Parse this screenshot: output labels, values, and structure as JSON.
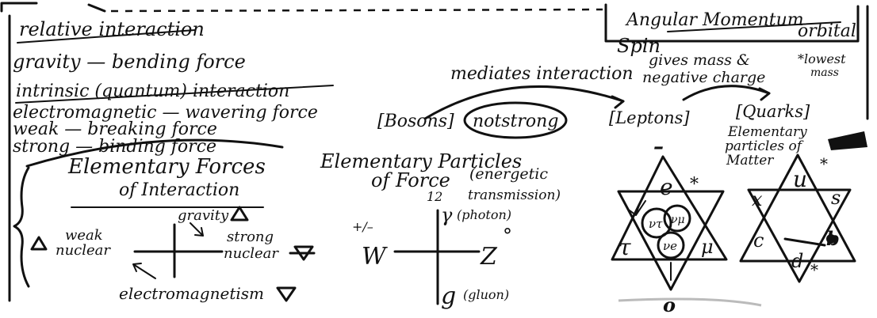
{
  "title": {
    "text": "relative interaction"
  },
  "forces": {
    "gravity": "gravity — bending force",
    "intrinsic": "intrinsic (quantum) interaction",
    "em": "electromagnetic — wavering force",
    "weak": "weak — breaking force",
    "strong": "strong — binding force",
    "heading_line1": "Elementary Forces",
    "heading_line2": "of Interaction"
  },
  "axis": {
    "gravity": "gravity",
    "weak_line1": "weak",
    "weak_line2": "nuclear",
    "strong_line1": "strong",
    "strong_line2": "nuclear",
    "electromagnetism": "electromagnetism"
  },
  "angular": {
    "line1": "Angular Momentum",
    "orbital": "orbital",
    "spin": "Spin",
    "lowest_line1": "*lowest",
    "lowest_line2": "mass"
  },
  "particles": {
    "mediates": "mediates interaction",
    "gives_line1": "gives mass &",
    "gives_line2": "negative charge",
    "bosons": "[Bosons]",
    "notstrong": "notstrong",
    "leptons": "[Leptons]",
    "quarks": "[Quarks]",
    "bosons_line1": "Elementary Particles",
    "bosons_line2": "of Force",
    "energetic_line1": "(energetic",
    "energetic_line2": "transmission)",
    "matter_line1": "Elementary",
    "matter_line2": "particles of",
    "matter_line3": "Matter"
  },
  "gauge": {
    "twelve": "12",
    "photon_symbol": "γ",
    "photon_label": "(photon)",
    "w_sign": "+/–",
    "w": "W",
    "z": "Z",
    "z_sup": "°",
    "g": "g",
    "gluon_label": "(gluon)"
  },
  "lepton_star": {
    "minus": "–",
    "e": "e",
    "tau": "τ",
    "mu": "μ",
    "nu_tau": "ντ",
    "nu_mu": "νμ",
    "nu_e": "νe",
    "star": "*",
    "zero": "o"
  },
  "quark_star": {
    "u": "u",
    "x": "x",
    "s": "s",
    "c": "c",
    "b": "b",
    "d": "d",
    "star": "*"
  }
}
